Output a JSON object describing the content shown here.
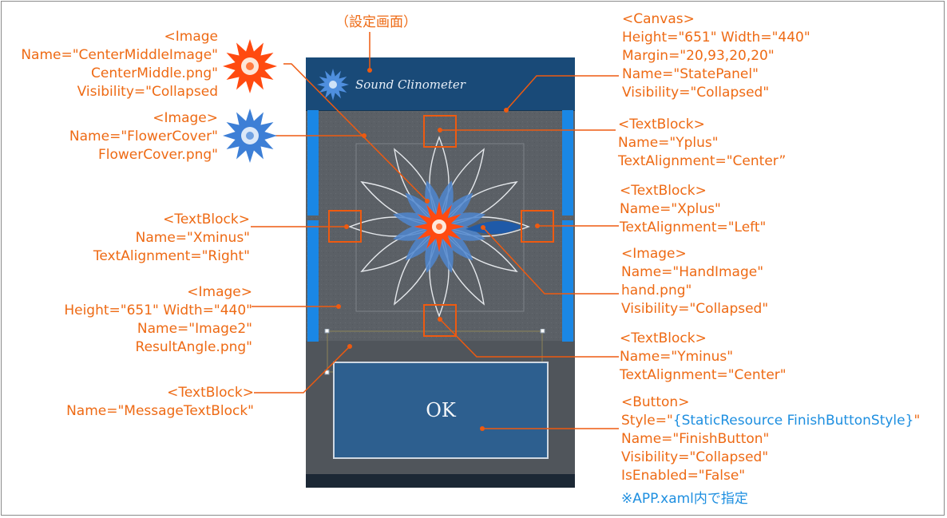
{
  "screen_title": "（設定画面）",
  "app": {
    "title": "Sound Clinometer",
    "ok_label": "OK"
  },
  "annotations": {
    "center_middle_image": [
      "<Image",
      "Name=\"CenterMiddleImage\"",
      "CenterMiddle.png\"",
      "Visibility=\"Collapsed"
    ],
    "flower_cover": [
      "<Image>",
      "Name=\"FlowerCover\"",
      "FlowerCover.png\""
    ],
    "xminus": [
      "<TextBlock>",
      "Name=\"Xminus\"",
      "TextAlignment=\"Right\""
    ],
    "image2": [
      "<Image>",
      "Height=\"651\" Width=\"440\"",
      "Name=\"Image2\"",
      "ResultAngle.png\""
    ],
    "message_textblock": [
      "<TextBlock>",
      "Name=\"MessageTextBlock\""
    ],
    "canvas": [
      "<Canvas>",
      "Height=\"651\" Width=\"440\"",
      "Margin=\"20,93,20,20\"",
      "Name=\"StatePanel\"",
      "Visibility=\"Collapsed\""
    ],
    "yplus": [
      "<TextBlock>",
      "Name=\"Yplus\"",
      "TextAlignment=\"Center”"
    ],
    "xplus": [
      "<TextBlock>",
      "Name=\"Xplus\"",
      "TextAlignment=\"Left\""
    ],
    "hand_image": [
      "<Image>",
      "Name=\"HandImage\"",
      "hand.png\"",
      "Visibility=\"Collapsed\""
    ],
    "yminus": [
      "<TextBlock>",
      "Name=\"Yminus\"",
      "TextAlignment=\"Center\""
    ],
    "finish_button": {
      "open": "<Button>",
      "style_prefix": "Style=\"",
      "style_open_brace": "{",
      "style_resource": "StaticResource FinishButtonStyle",
      "style_close_brace": "}",
      "style_suffix": "\"",
      "lines": [
        "Name=\"FinishButton\"",
        "Visibility=\"Collapsed\"",
        "IsEnabled=\"False\""
      ],
      "note": "※APP.xaml内で指定"
    }
  },
  "colors": {
    "annotation": "#ee6a14",
    "resource": "#1e8fe0",
    "header": "#194a78",
    "flower_red": "#ff4a10",
    "flower_blue": "#3d7fd6"
  }
}
